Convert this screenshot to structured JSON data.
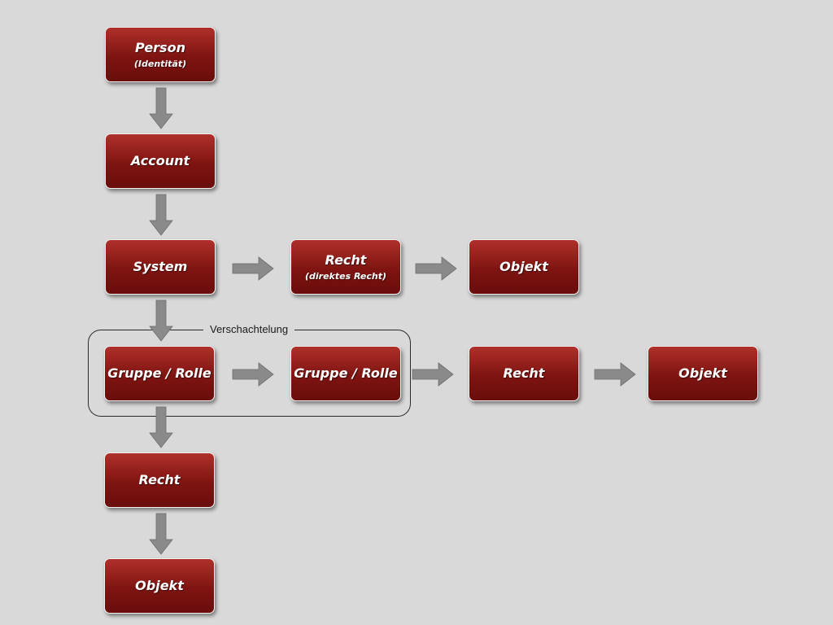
{
  "nodes": {
    "person": {
      "label": "Person",
      "sub": "(Identität)"
    },
    "account": {
      "label": "Account"
    },
    "system": {
      "label": "System"
    },
    "recht_direkt": {
      "label": "Recht",
      "sub": "(direktes Recht)"
    },
    "objekt_1": {
      "label": "Objekt"
    },
    "gruppe_1": {
      "label": "Gruppe / Rolle"
    },
    "gruppe_2": {
      "label": "Gruppe / Rolle"
    },
    "recht_2": {
      "label": "Recht"
    },
    "objekt_2": {
      "label": "Objekt"
    },
    "recht_3": {
      "label": "Recht"
    },
    "objekt_3": {
      "label": "Objekt"
    }
  },
  "nesting": {
    "label": "Verschachtelung"
  },
  "colors": {
    "box_top": "#b0302a",
    "box_bottom": "#6a0d0b",
    "arrow": "#8a8a8a",
    "background": "#d9d9d9"
  }
}
